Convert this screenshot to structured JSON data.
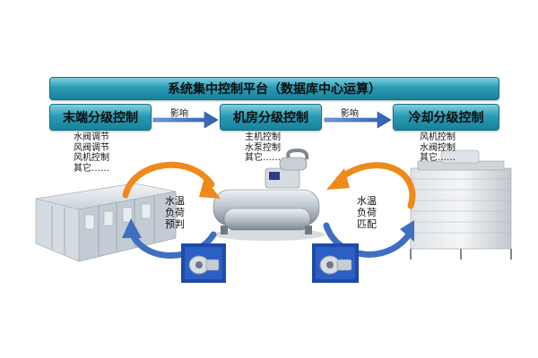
{
  "platform": {
    "label": "系统集中控制平台（数据库中心运算）"
  },
  "levels": [
    {
      "label": "末端分级控制",
      "items": "水阀调节\n风阀调节\n风机控制\n其它……"
    },
    {
      "label": "机房分级控制",
      "items": "主机控制\n水泵控制\n其它……"
    },
    {
      "label": "冷却分级控制",
      "items": "风机控制\n水阀控制\n其它……"
    }
  ],
  "links": [
    {
      "label": "影响"
    },
    {
      "label": "影响"
    }
  ],
  "loops": [
    {
      "label": "水温\n负荷\n预判"
    },
    {
      "label": "水温\n负荷\n匹配"
    }
  ],
  "colors": {
    "bar_top": "#7fd0e0",
    "bar_bottom": "#17829c",
    "arrow_blue": "#3f6fc0",
    "arrow_orange": "#ee8a1a"
  }
}
